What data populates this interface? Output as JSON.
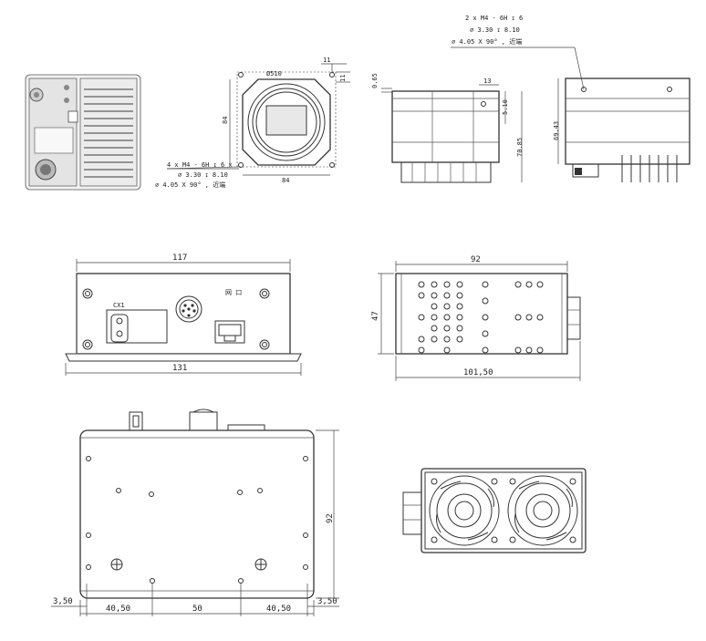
{
  "top_row": {
    "mount_callout": {
      "line1": "4 x  M4 - 6H ↧ 6 x",
      "line2": "⌀ 3.30 ↧ 8.10",
      "line3": "⌀ 4.05 X 90°  , 近端"
    },
    "front_view": {
      "dim_top_a": "11",
      "dim_top_b": "11",
      "dim_width": "84",
      "dim_height": "84",
      "label": "Ø510"
    },
    "side_view": {
      "dim_gap": "0.65",
      "dim_13": "13",
      "dim_510": "5.10",
      "dim_height": "70.85"
    },
    "right_view": {
      "dim_height": "69.43",
      "callout_line1": "2 x  M4 - 6H ↧ 6",
      "callout_line2": "⌀ 3.30 ↧ 8.10",
      "callout_line3": "⌀ 4.05 X 90°  , 近端"
    }
  },
  "middle_row": {
    "rear_view": {
      "dim_top": "117",
      "dim_bottom": "131",
      "connector_label": "CX1",
      "port_label": "网 口"
    },
    "heatsink_view": {
      "dim_top": "92",
      "dim_side": "47",
      "dim_bottom": "101,50"
    }
  },
  "bottom_row": {
    "bottom_view": {
      "dim_left_edge": "3,50",
      "dim_left": "40,50",
      "dim_center": "50",
      "dim_right": "40,50",
      "dim_right_edge": "3,50",
      "dim_height": "92"
    }
  }
}
